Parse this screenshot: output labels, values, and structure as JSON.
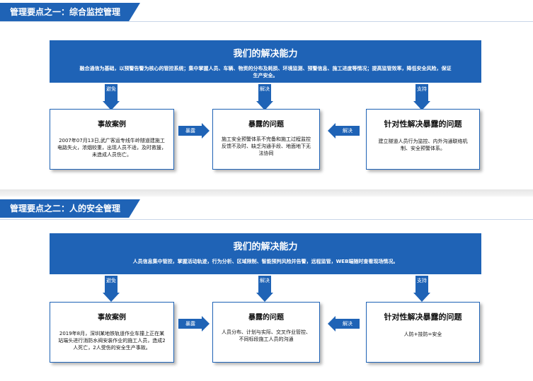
{
  "section1": {
    "tag": "管理要点之一：综合监控管理",
    "banner_title": "我们的解决能力",
    "banner_desc": "融合通信为基础，以预警告警为核心的管控系统；集中掌握人员、车辆、物资的分布及耗损、环境监测、预警信息、施工进度等情况；提高监管效率，降低安全风险，保证生产安全。",
    "arrows_down": [
      "避免",
      "解决",
      "支持"
    ],
    "case_title": "事故案例",
    "case_body": "2007年07月13日,武广客运专线牛岭隧道建施工电路失火，浓烟较重，出现人员不适，及时救援，未造成人员伤亡。",
    "problem_title": "暴露的问题",
    "problem_body": "施工安全预警体系不完备和施工过程监控反馈不及时、缺乏沟通手段、地面地下无法协同",
    "solution_title": "针对性解决暴露的问题",
    "solution_body": "建立隧道人员行为监控、内外沟通联络机制、安全预警体系。",
    "arrow_expose": "暴露",
    "arrow_solve": "解决"
  },
  "section2": {
    "tag": "管理要点之二：人的安全管理",
    "banner_title": "我们的解决能力",
    "banner_desc": "人员信息集中管控，掌握活动轨迹，行为分析、区域限制、智能预判风险并告警，远程监管，WEB端随时查看现场情况。",
    "arrows_down": [
      "避免",
      "解决",
      "支持"
    ],
    "case_title": "事故案例",
    "case_body": "2019年8月，深圳某地铁轨道作业车撞上正在某站端头进行消防水阀安装作业的施工人员，造成2人死亡，2人受伤的安全生产事故。",
    "problem_title": "暴露的问题",
    "problem_body": "人员分布、计划与实际、交叉作业管控、不同标段施工人员的沟通",
    "solution_title": "针对性解决暴露的问题",
    "solution_body": "人防+技防=安全",
    "arrow_expose": "暴露",
    "arrow_solve": "解决"
  },
  "colors": {
    "accent": "#1f63b6"
  }
}
